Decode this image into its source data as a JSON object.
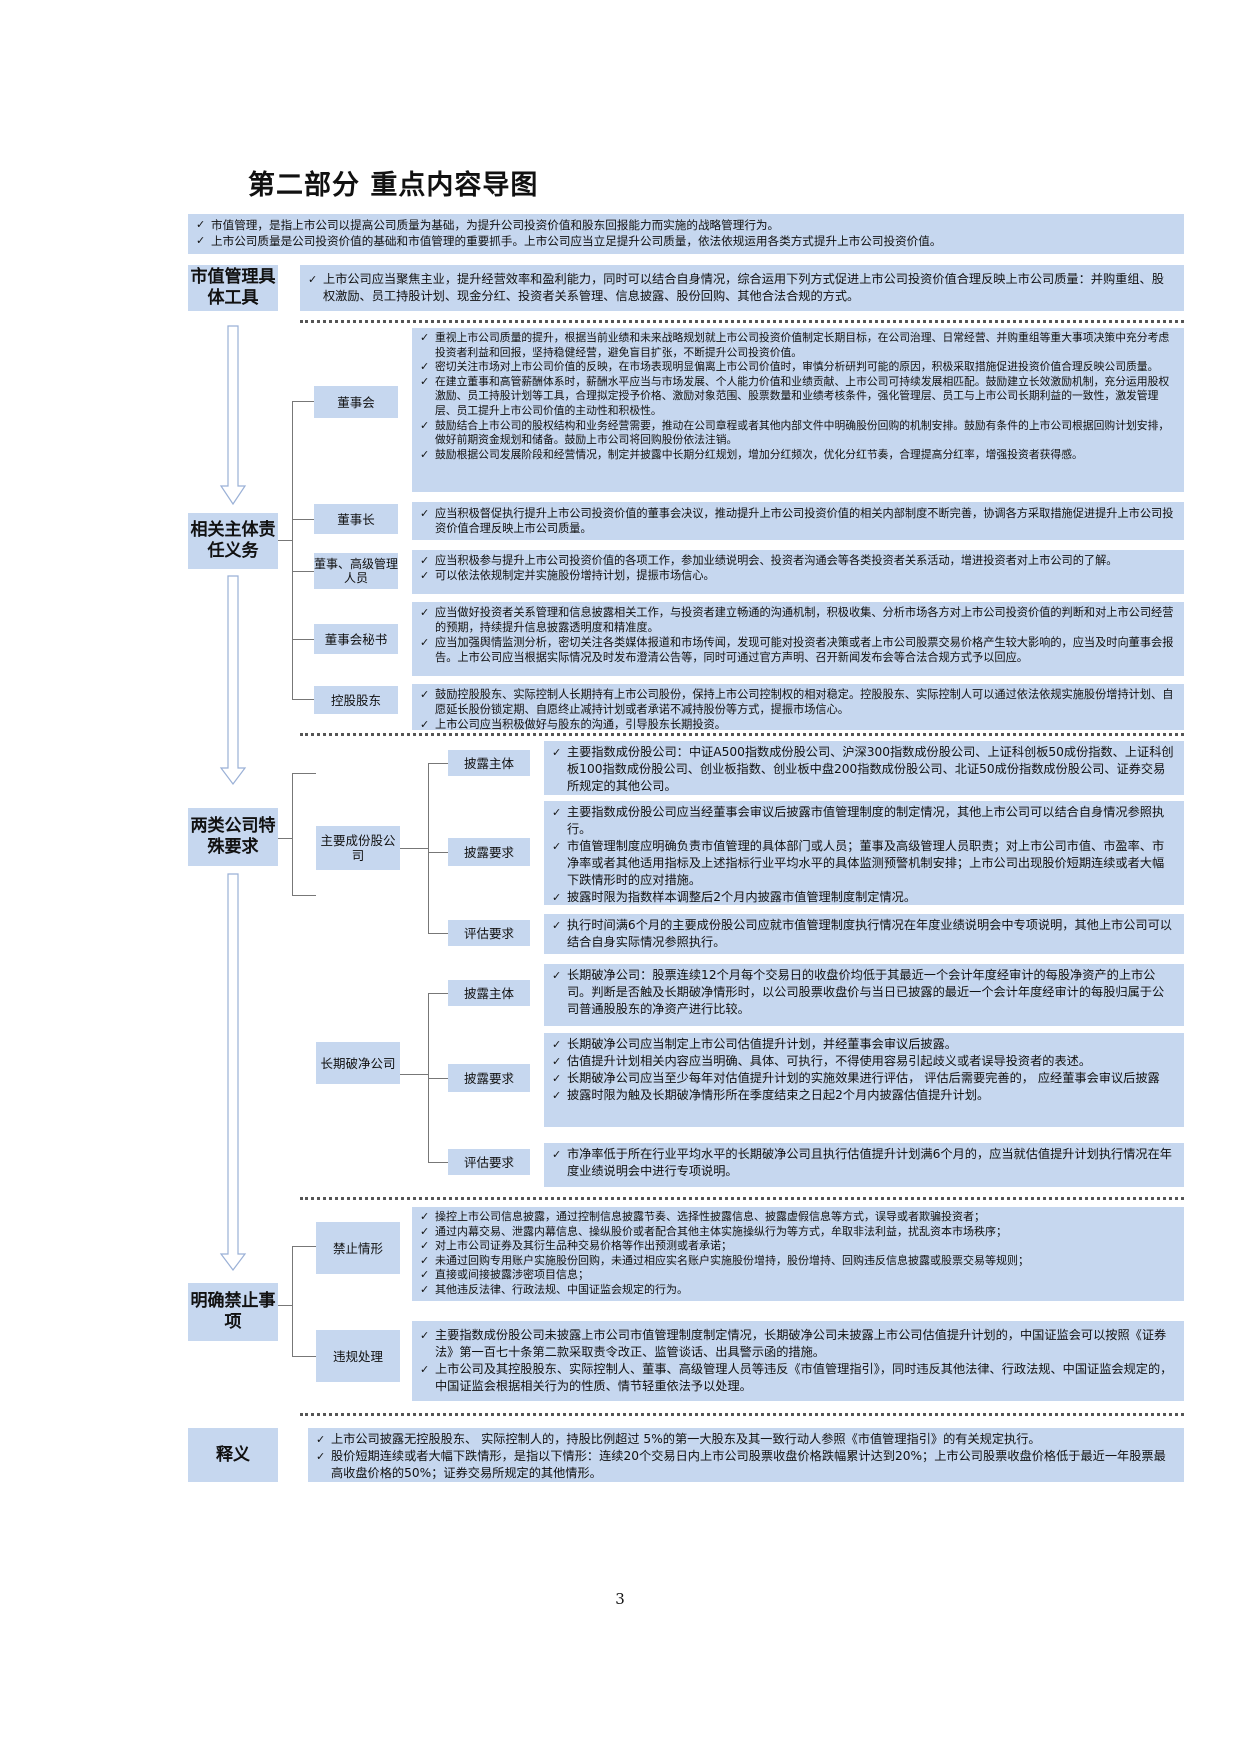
{
  "title": "第二部分  重点内容导图",
  "intro": [
    "市值管理，是指上市公司以提高公司质量为基础，为提升公司投资价值和股东回报能力而实施的战略管理行为。",
    "上市公司质量是公司投资价值的基础和市值管理的重要抓手。上市公司应当立足提升公司质量，依法依规运用各类方式提升上市公司投资价值。"
  ],
  "tools": {
    "label": "市值管理具体工具",
    "items": [
      "上市公司应当聚焦主业，提升经营效率和盈利能力，同时可以结合自身情况，综合运用下列方式促进上市公司投资价值合理反映上市公司质量：并购重组、股权激励、员工持股计划、现金分红、投资者关系管理、信息披露、股份回购、其他合法合规的方式。"
    ]
  },
  "duties": {
    "label": "相关主体责任义务",
    "board": {
      "label": "董事会",
      "items": [
        "重视上市公司质量的提升，根据当前业绩和未来战略规划就上市公司投资价值制定长期目标，在公司治理、日常经营、并购重组等重大事项决策中充分考虑投资者利益和回报，坚持稳健经营，避免盲目扩张，不断提升公司投资价值。",
        "密切关注市场对上市公司价值的反映，在市场表现明显偏离上市公司价值时，审慎分析研判可能的原因，积极采取措施促进投资价值合理反映公司质量。",
        "在建立董事和高管薪酬体系时，薪酬水平应当与市场发展、个人能力价值和业绩贡献、上市公司可持续发展相匹配。鼓励建立长效激励机制，充分运用股权激励、员工持股计划等工具，合理拟定授予价格、激励对象范围、股票数量和业绩考核条件，强化管理层、员工与上市公司长期利益的一致性，激发管理层、员工提升上市公司价值的主动性和积极性。",
        "鼓励结合上市公司的股权结构和业务经营需要，推动在公司章程或者其他内部文件中明确股份回购的机制安排。鼓励有条件的上市公司根据回购计划安排，做好前期资金规划和储备。鼓励上市公司将回购股份依法注销。",
        "鼓励根据公司发展阶段和经营情况，制定并披露中长期分红规划，增加分红频次，优化分红节奏，合理提高分红率，增强投资者获得感。"
      ]
    },
    "chairman": {
      "label": "董事长",
      "items": [
        "应当积极督促执行提升上市公司投资价值的董事会决议，推动提升上市公司投资价值的相关内部制度不断完善，协调各方采取措施促进提升上市公司投资价值合理反映上市公司质量。"
      ]
    },
    "directors": {
      "label": "董事、高级管理人员",
      "items": [
        "应当积极参与提升上市公司投资价值的各项工作，参加业绩说明会、投资者沟通会等各类投资者关系活动，增进投资者对上市公司的了解。",
        "可以依法依规制定并实施股份增持计划，提振市场信心。"
      ]
    },
    "secretary": {
      "label": "董事会秘书",
      "items": [
        "应当做好投资者关系管理和信息披露相关工作，与投资者建立畅通的沟通机制，积极收集、分析市场各方对上市公司投资价值的判断和对上市公司经营的预期，持续提升信息披露透明度和精准度。",
        "应当加强舆情监测分析，密切关注各类媒体报道和市场传闻，发现可能对投资者决策或者上市公司股票交易价格产生较大影响的，应当及时向董事会报告。上市公司应当根据实际情况及时发布澄清公告等，同时可通过官方声明、召开新闻发布会等合法合规方式予以回应。"
      ]
    },
    "shareholder": {
      "label": "控股股东",
      "items": [
        "鼓励控股股东、实际控制人长期持有上市公司股份，保持上市公司控制权的相对稳定。控股股东、实际控制人可以通过依法依规实施股份增持计划、自愿延长股份锁定期、自愿终止减持计划或者承诺不减持股份等方式，提振市场信心。",
        "上市公司应当积极做好与股东的沟通，引导股东长期投资。"
      ]
    }
  },
  "special": {
    "label": "两类公司特殊要求",
    "index_company": {
      "label": "主要成份股公司",
      "subject": {
        "label": "披露主体",
        "items": [
          "主要指数成份股公司：中证A500指数成份股公司、沪深300指数成份股公司、上证科创板50成份指数、上证科创板100指数成份股公司、创业板指数、创业板中盘200指数成份股公司、北证50成份指数成份股公司、证券交易所规定的其他公司。"
        ]
      },
      "requirement": {
        "label": "披露要求",
        "items": [
          "主要指数成份股公司应当经董事会审议后披露市值管理制度的制定情况，其他上市公司可以结合自身情况参照执行。",
          "市值管理制度应明确负责市值管理的具体部门或人员；董事及高级管理人员职责；对上市公司市值、市盈率、市净率或者其他适用指标及上述指标行业平均水平的具体监测预警机制安排；上市公司出现股价短期连续或者大幅下跌情形时的应对措施。",
          "披露时限为指数样本调整后2个月内披露市值管理制度制定情况。"
        ]
      },
      "evaluation": {
        "label": "评估要求",
        "items": [
          "执行时间满6个月的主要成份股公司应就市值管理制度执行情况在年度业绩说明会中专项说明，其他上市公司可以结合自身实际情况参照执行。"
        ]
      }
    },
    "below_book": {
      "label": "长期破净公司",
      "subject": {
        "label": "披露主体",
        "items": [
          "长期破净公司：股票连续12个月每个交易日的收盘价均低于其最近一个会计年度经审计的每股净资产的上市公司。判断是否触及长期破净情形时，以公司股票收盘价与当日已披露的最近一个会计年度经审计的每股归属于公司普通股股东的净资产进行比较。"
        ]
      },
      "requirement": {
        "label": "披露要求",
        "items": [
          "长期破净公司应当制定上市公司估值提升计划，并经董事会审议后披露。",
          "估值提升计划相关内容应当明确、具体、可执行，不得使用容易引起歧义或者误导投资者的表述。",
          "长期破净公司应当至少每年对估值提升计划的实施效果进行评估， 评估后需要完善的， 应经董事会审议后披露",
          "披露时限为触及长期破净情形所在季度结束之日起2个月内披露估值提升计划。"
        ]
      },
      "evaluation": {
        "label": "评估要求",
        "items": [
          "市净率低于所在行业平均水平的长期破净公司且执行估值提升计划满6个月的，应当就估值提升计划执行情况在年度业绩说明会中进行专项说明。"
        ]
      }
    }
  },
  "prohibited": {
    "label": "明确禁止事项",
    "forbidden": {
      "label": "禁止情形",
      "items": [
        "操控上市公司信息披露，通过控制信息披露节奏、选择性披露信息、披露虚假信息等方式，误导或者欺骗投资者；",
        "通过内幕交易、泄露内幕信息、操纵股价或者配合其他主体实施操纵行为等方式，牟取非法利益，扰乱资本市场秩序；",
        "对上市公司证券及其衍生品种交易价格等作出预测或者承诺；",
        "未通过回购专用账户实施股份回购，未通过相应实名账户实施股份增持，股份增持、回购违反信息披露或股票交易等规则；",
        "直接或间接披露涉密项目信息；",
        "其他违反法律、行政法规、中国证监会规定的行为。"
      ]
    },
    "violation": {
      "label": "违规处理",
      "items": [
        "主要指数成份股公司未披露上市公司市值管理制度制定情况，长期破净公司未披露上市公司估值提升计划的，中国证监会可以按照《证券法》第一百七十条第二款采取责令改正、监管谈话、出具警示函的措施。",
        "上市公司及其控股股东、实际控制人、董事、高级管理人员等违反《市值管理指引》，同时违反其他法律、行政法规、中国证监会规定的，中国证监会根据相关行为的性质、情节轻重依法予以处理。"
      ]
    }
  },
  "definitions": {
    "label": "释义",
    "items": [
      "上市公司披露无控股股东、 实际控制人的，持股比例超过 5%的第一大股东及其一致行动人参照《市值管理指引》的有关规定执行。",
      "股价短期连续或者大幅下跌情形，是指以下情形：连续20个交易日内上市公司股票收盘价格跌幅累计达到20%；上市公司股票收盘价格低于最近一年股票最高收盘价格的50%；证券交易所规定的其他情形。"
    ]
  },
  "page_number": "3"
}
